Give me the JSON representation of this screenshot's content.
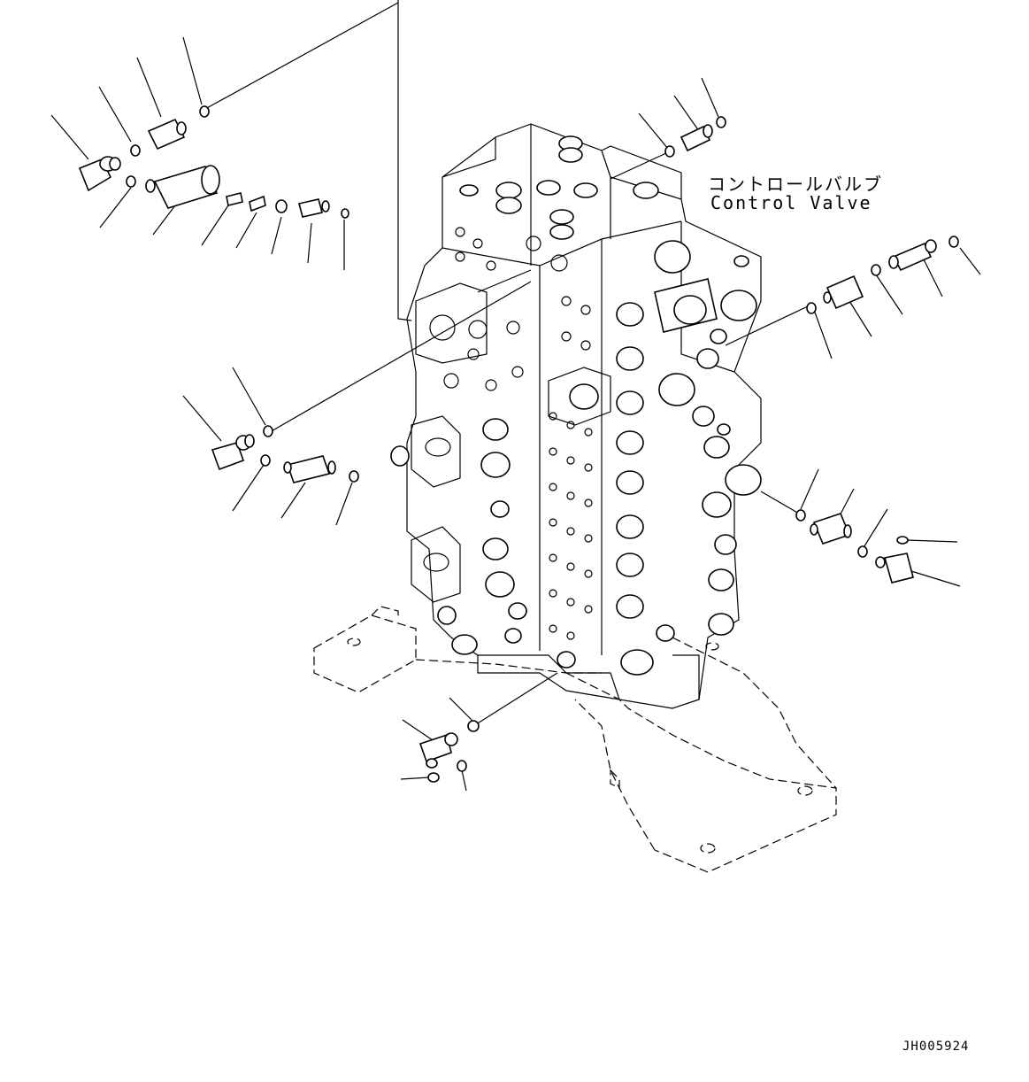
{
  "diagram": {
    "label_jp": "コントロールバルブ",
    "label_en": "Control Valve",
    "drawing_number": "JH005924"
  }
}
